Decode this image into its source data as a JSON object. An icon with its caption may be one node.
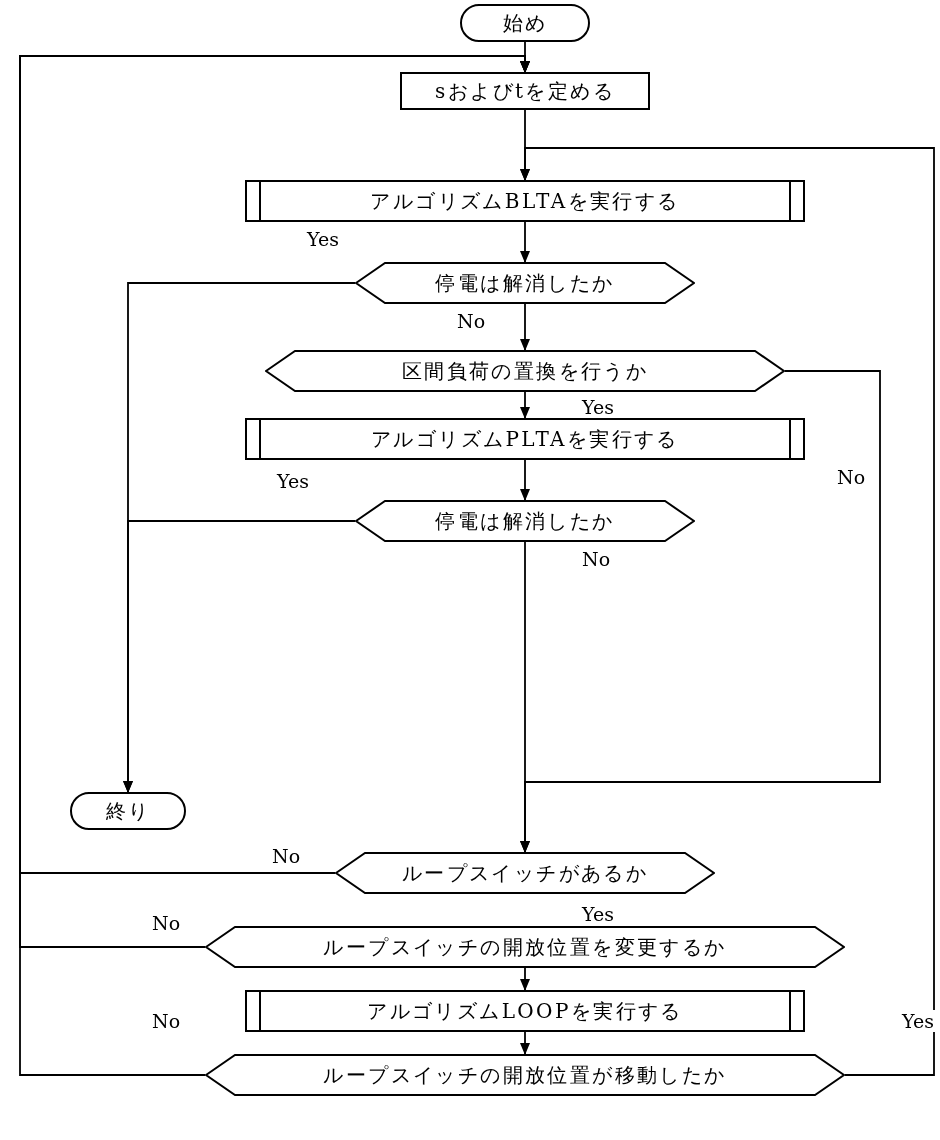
{
  "diagram": {
    "nodes": [
      {
        "text": [
          "始め"
        ]
      },
      {
        "text": [
          "sおよびtを定める"
        ]
      },
      {
        "text": [
          "アルゴリズムBLTAを実行する"
        ]
      },
      {
        "text": [
          "停電は解消したか"
        ]
      },
      {
        "text": [
          "区間負荷の置換を行うか"
        ]
      },
      {
        "text": [
          "アルゴリズムPLTAを実行する"
        ]
      },
      {
        "text": [
          "停電は解消したか"
        ]
      },
      {
        "text": [
          "終り"
        ]
      },
      {
        "text": [
          "ループスイッチがあるか"
        ]
      },
      {
        "text": [
          "ループスイッチの開放位置を変更するか"
        ]
      },
      {
        "text": [
          "アルゴリズムLOOPを実行する"
        ]
      },
      {
        "text": [
          "ループスイッチの開放位置が移動したか"
        ]
      }
    ],
    "edges": [
      {
        "from": 0,
        "to": 1,
        "arrow": "to"
      },
      {
        "from": 1,
        "to": 2,
        "arrow": "to"
      },
      {
        "from": 2,
        "to": 3,
        "arrow": "to"
      },
      {
        "from": 3,
        "to": 7,
        "arrow": "to",
        "label": "Yes"
      },
      {
        "from": 3,
        "to": 4,
        "arrow": "to",
        "label": "No"
      },
      {
        "from": 4,
        "to": 5,
        "arrow": "to",
        "label": "Yes"
      },
      {
        "from": 4,
        "to": 8,
        "arrow": "to",
        "label": "No"
      },
      {
        "from": 5,
        "to": 6,
        "arrow": "to"
      },
      {
        "from": 6,
        "to": 7,
        "arrow": "to",
        "label": "Yes"
      },
      {
        "from": 6,
        "to": 8,
        "arrow": "to",
        "label": "No"
      },
      {
        "from": 8,
        "to": 1,
        "arrow": "to",
        "label": "No"
      },
      {
        "from": 9,
        "to": 1,
        "arrow": "to",
        "label": "No"
      },
      {
        "from": 11,
        "to": 1,
        "arrow": "to",
        "label": "No"
      },
      {
        "from": 9,
        "to": 10,
        "arrow": "to",
        "label": "Yes"
      },
      {
        "from": 10,
        "to": 11,
        "arrow": "to"
      },
      {
        "from": 11,
        "to": 2,
        "arrow": "to",
        "label": "Yes"
      }
    ]
  }
}
